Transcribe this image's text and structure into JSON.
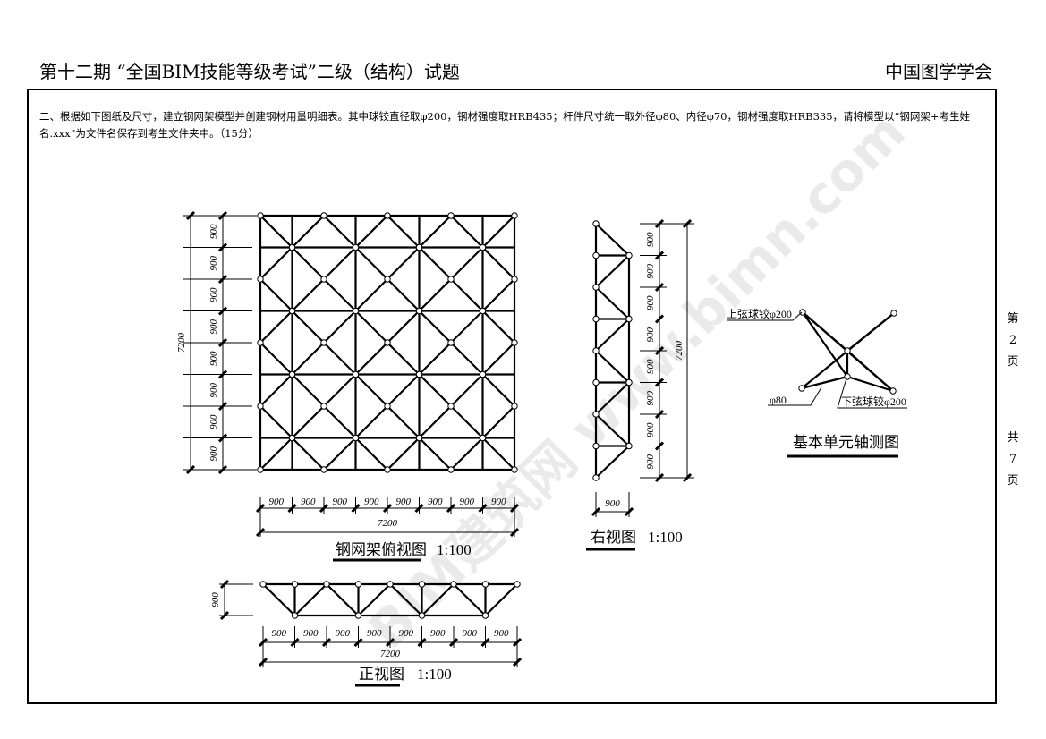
{
  "header": {
    "title": "第十二期 “全国BIM技能等级考试”二级（结构）试题",
    "org": "中国图学学会"
  },
  "question": "二、根据如下图纸及尺寸，建立钢网架模型并创建钢材用量明细表。其中球铰直径取φ200，钢材强度取HRB435；杆件尺寸统一取外径φ80、内径φ70，钢材强度取HRB335，请将模型以“钢网架+考生姓名.xxx”为文件名保存到考生文件夹中。（15分）",
  "side": {
    "page": [
      "第",
      "2",
      "页"
    ],
    "total": [
      "共",
      "7",
      "页"
    ]
  },
  "watermark": "BIM建筑网 www.bimn.com",
  "plan": {
    "title": "钢网架俯视图",
    "scale": "1:100",
    "bay": "900",
    "total": "7200"
  },
  "right": {
    "title": "右视图",
    "scale": "1:100",
    "bay": "900",
    "total": "7200",
    "depth": "900"
  },
  "front": {
    "title": "正视图",
    "scale": "1:100",
    "bay": "900",
    "total": "7200",
    "depth": "900"
  },
  "axon": {
    "title": "基本单元轴测图",
    "top_node": "上弦球铰φ200",
    "bottom_node": "下弦球铰φ200",
    "member": "φ80"
  }
}
